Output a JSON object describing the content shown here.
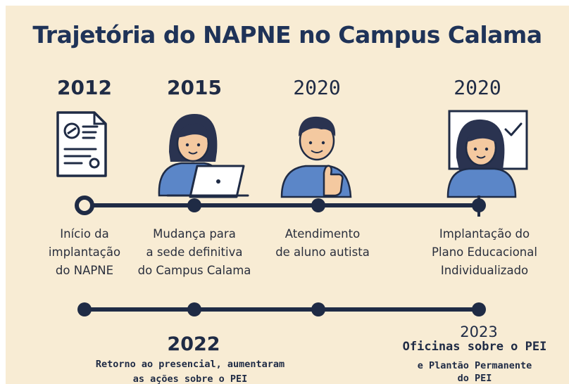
{
  "title": "Trajetória do NAPNE no Campus Calama",
  "colors": {
    "background": "#f8ecd4",
    "navy": "#1f3358",
    "blue": "#5b86c8",
    "line": "#1f2b45",
    "skin": "#f4c9a0"
  },
  "events": [
    {
      "year": "2012",
      "icon": "document-icon",
      "lines": [
        "Início da",
        "implantação",
        "do NAPNE"
      ]
    },
    {
      "year": "2015",
      "icon": "person-laptop-icon",
      "lines": [
        "Mudança para",
        "a sede definitiva",
        "do Campus Calama"
      ]
    },
    {
      "year": "2020",
      "icon": "boy-thumbs-up-icon",
      "lines": [
        "Atendimento",
        "de aluno autista"
      ]
    },
    {
      "year": "2020",
      "icon": "girl-board-check-icon",
      "lines": [
        "Implantação do",
        "Plano Educacional",
        "Individualizado"
      ]
    }
  ],
  "later_events": [
    {
      "year": "2022",
      "lines": [
        "Retorno ao presencial, aumentaram",
        "as ações sobre o PEI"
      ]
    },
    {
      "year": "2023",
      "lines": [
        "Oficinas sobre o PEI",
        "e Plantão Permanente",
        "do PEI"
      ]
    }
  ]
}
